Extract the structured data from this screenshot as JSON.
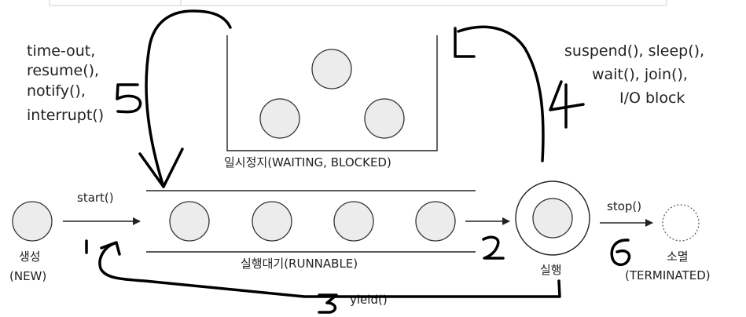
{
  "states": {
    "new": {
      "label": "생성",
      "sub": "(NEW)"
    },
    "runnable": {
      "label": "실행대기(RUNNABLE)"
    },
    "running": {
      "label": "실행"
    },
    "waiting": {
      "label": "일시정지(WAITING, BLOCKED)"
    },
    "terminated": {
      "label": "소멸",
      "sub": "(TERMINATED)"
    }
  },
  "transitions": {
    "start": "start()",
    "stop": "stop()",
    "yield": "yield()",
    "to_waiting": [
      "suspend(), sleep(),",
      "wait(), join(),",
      "I/O block"
    ],
    "from_waiting": [
      "time-out,",
      "resume(),",
      "notify(),",
      "interrupt()"
    ]
  },
  "handwritten_numbers": [
    "1",
    "2",
    "3",
    "4",
    "5",
    "6"
  ]
}
